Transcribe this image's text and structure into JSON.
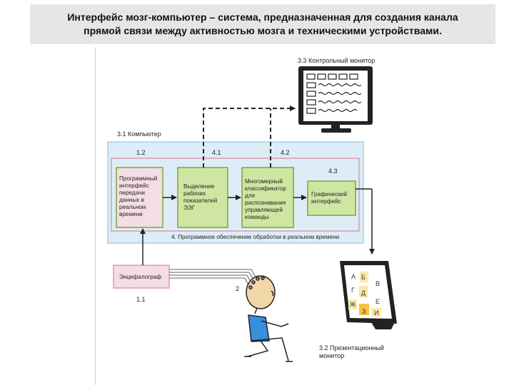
{
  "title": {
    "line1": "Интерфейс мозг-компьютер – система, предназначенная для создания канала",
    "line2": "прямой связи между активностью мозга и техническими устройствами."
  },
  "labels": {
    "control_monitor": "3.3 Контрольный монитор",
    "computer": "3.1 Компьютер",
    "n12": "1.2",
    "n41": "4.1",
    "n42": "4.2",
    "n43": "4.3",
    "software": "4. Программное обеспечение обработки в  реальном времени",
    "n11": "1.1",
    "n2": "2",
    "presentation_line1": "3.2 Презентационный",
    "presentation_line2": "монитор"
  },
  "boxes": {
    "api": [
      "Программный",
      "интерфейс",
      "передачи",
      "данных в",
      "реальном",
      "времени"
    ],
    "features": [
      "Выделение",
      "рабочих",
      "показателей",
      "ЭЭГ"
    ],
    "classifier": [
      "Многомерный",
      "классификатор",
      "для",
      "распознавания",
      "управляющей",
      "команды"
    ],
    "gui": [
      "Графический",
      "интерфейс"
    ],
    "eeg": "Энцефалограф"
  },
  "screen_letters": [
    "А",
    "Б",
    "В",
    "Г",
    "Д",
    "Е",
    "Ж",
    "З",
    "И"
  ],
  "colors": {
    "computer_bg": "#dcedf7",
    "inner_border": "#d9879a",
    "box_fill": "#cfe6a3",
    "box_border": "#7fa336",
    "eeg_fill": "#f4dde4",
    "title_bg": "#e6e6e6"
  }
}
